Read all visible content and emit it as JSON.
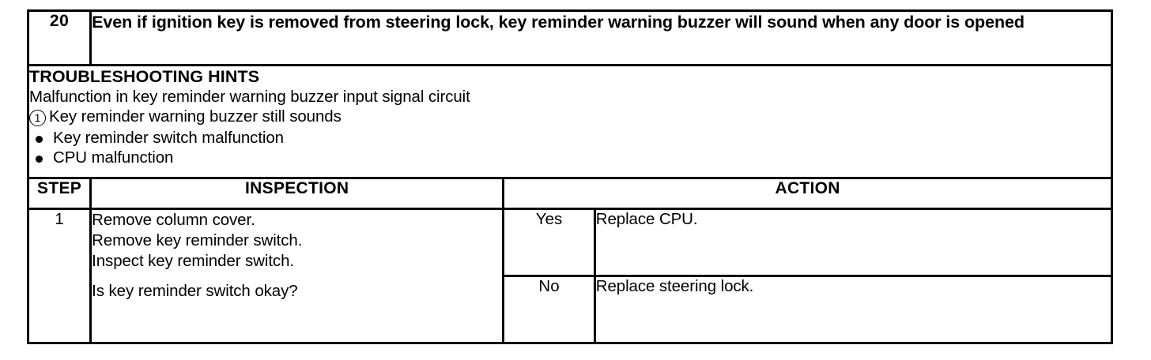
{
  "header_row": {
    "number": "20",
    "statement": "Even if ignition key is removed from steering lock, key reminder warning buzzer will sound when any door is opened"
  },
  "hints": {
    "title": "TROUBLESHOOTING HINTS",
    "subtitle": "Malfunction in key reminder warning buzzer input signal circuit",
    "numbered_item": "Key reminder warning buzzer still sounds",
    "numbered_marker": "1",
    "bullets": [
      "Key reminder switch malfunction",
      "CPU malfunction"
    ]
  },
  "table": {
    "headers": {
      "step": "STEP",
      "inspection": "INSPECTION",
      "action": "ACTION"
    },
    "rows": [
      {
        "step": "1",
        "inspection_lines": [
          "Remove column cover.",
          "Remove key reminder switch.",
          "Inspect key reminder switch."
        ],
        "inspection_question": "Is key reminder switch okay?",
        "branches": [
          {
            "answer": "Yes",
            "action": "Replace CPU."
          },
          {
            "answer": "No",
            "action": "Replace steering lock."
          }
        ]
      }
    ]
  }
}
